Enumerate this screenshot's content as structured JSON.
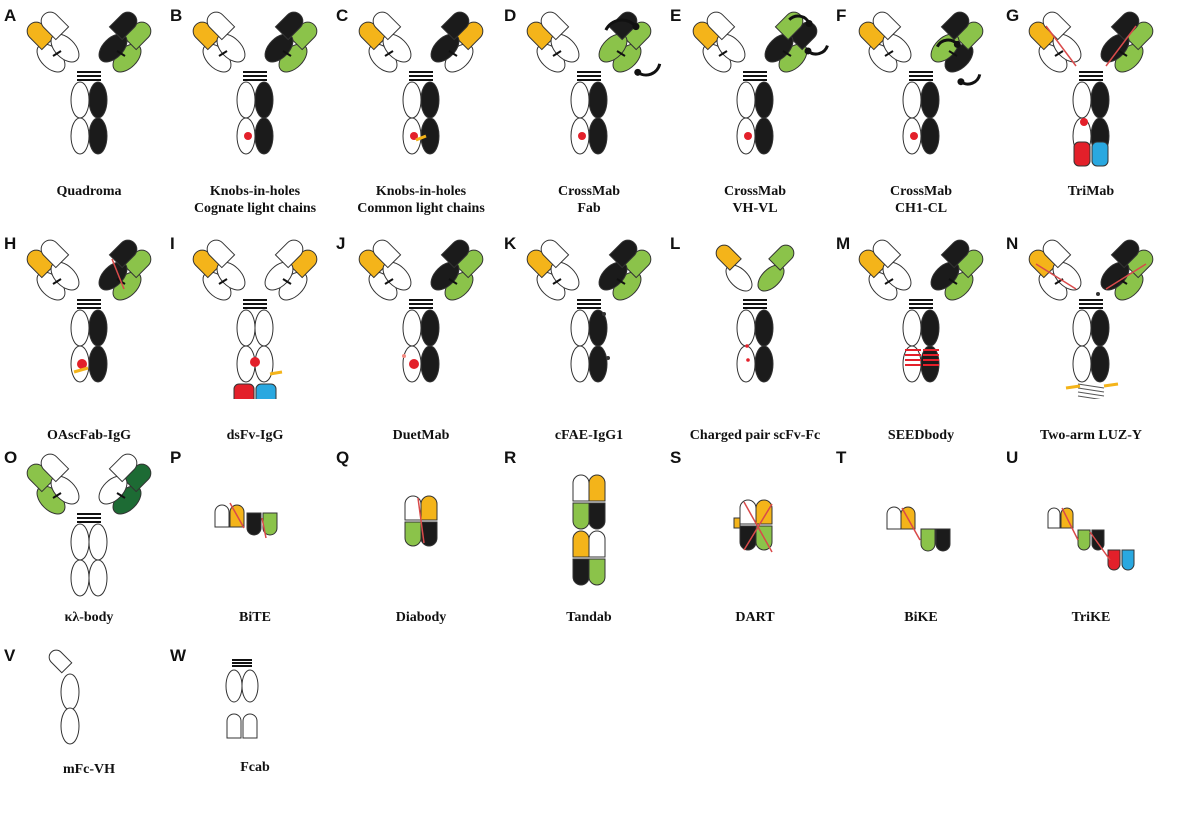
{
  "colors": {
    "yellow": "#f4b41a",
    "green": "#8bc34a",
    "black": "#1b1b1b",
    "white": "#ffffff",
    "red": "#e3202a",
    "blue": "#29a8e0",
    "dark_green": "#1d6b34",
    "linker": "#d94a4a"
  },
  "panels": [
    {
      "letter": "A",
      "lines": [
        "Quadroma"
      ],
      "kind": "quadroma"
    },
    {
      "letter": "B",
      "lines": [
        "Knobs-in-holes",
        "Cognate light chains"
      ],
      "kind": "kih"
    },
    {
      "letter": "C",
      "lines": [
        "Knobs-in-holes",
        "Common light chains"
      ],
      "kind": "kihc"
    },
    {
      "letter": "D",
      "lines": [
        "CrossMab",
        "Fab"
      ],
      "kind": "crossfab"
    },
    {
      "letter": "E",
      "lines": [
        "CrossMab",
        "VH-VL"
      ],
      "kind": "crossvh"
    },
    {
      "letter": "F",
      "lines": [
        "CrossMab",
        "CH1-CL"
      ],
      "kind": "crossch"
    },
    {
      "letter": "G",
      "lines": [
        "TriMab"
      ],
      "kind": "trimab"
    },
    {
      "letter": "H",
      "lines": [
        "OAscFab-IgG"
      ],
      "kind": "oasc"
    },
    {
      "letter": "I",
      "lines": [
        "dsFv-IgG"
      ],
      "kind": "dsfv"
    },
    {
      "letter": "J",
      "lines": [
        "DuetMab"
      ],
      "kind": "duet"
    },
    {
      "letter": "K",
      "lines": [
        "cFAE-IgG1"
      ],
      "kind": "cfae"
    },
    {
      "letter": "L",
      "lines": [
        "Charged pair scFv-Fc"
      ],
      "kind": "charged"
    },
    {
      "letter": "M",
      "lines": [
        "SEEDbody"
      ],
      "kind": "seed"
    },
    {
      "letter": "N",
      "lines": [
        "Two-arm LUZ-Y"
      ],
      "kind": "luzy"
    },
    {
      "letter": "O",
      "lines": [
        "κλ-body"
      ],
      "kind": "kappa"
    },
    {
      "letter": "P",
      "lines": [
        "BiTE"
      ],
      "kind": "bite"
    },
    {
      "letter": "Q",
      "lines": [
        "Diabody"
      ],
      "kind": "diabody"
    },
    {
      "letter": "R",
      "lines": [
        "Tandab"
      ],
      "kind": "tandab"
    },
    {
      "letter": "S",
      "lines": [
        "DART"
      ],
      "kind": "dart"
    },
    {
      "letter": "T",
      "lines": [
        "BiKE"
      ],
      "kind": "bike"
    },
    {
      "letter": "U",
      "lines": [
        "TriKE"
      ],
      "kind": "trike"
    },
    {
      "letter": "V",
      "lines": [
        "mFc-VH"
      ],
      "kind": "mfcvh"
    },
    {
      "letter": "W",
      "lines": [
        "Fcab"
      ],
      "kind": "fcab"
    }
  ]
}
